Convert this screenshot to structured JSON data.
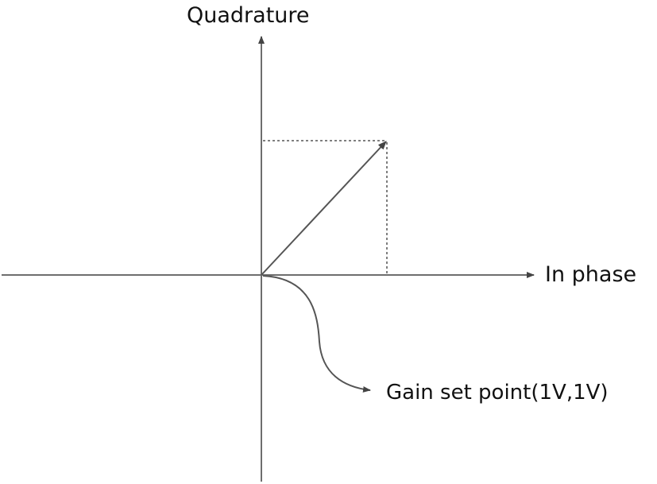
{
  "labels": {
    "vertical_axis": "Quadrature",
    "horizontal_axis": "In phase",
    "annotation": "Gain set point(1V,1V)"
  },
  "colors": {
    "axis": "#6e6e6e",
    "vector": "#555555",
    "guide": "#555555",
    "text": "#111111"
  }
}
